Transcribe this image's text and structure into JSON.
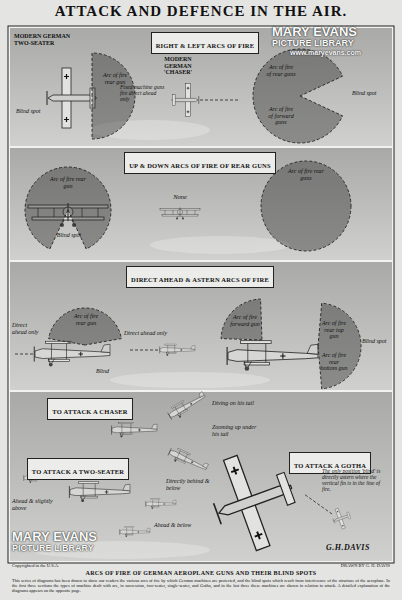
{
  "diagram": {
    "title": "ATTACK AND DEFENCE IN THE AIR.",
    "caption": "ARCS OF FIRE OF GERMAN AEROPLANE GUNS AND THEIR BLIND SPOTS",
    "nodes": [
      {
        "text": [
          "RIGHT & LEFT ARCS OF FIRE"
        ]
      },
      {
        "text": [
          "Arc of fire rear gun"
        ]
      },
      {
        "text": [
          "Arc of fire of rear guns",
          "Arc of fire of forward guns"
        ]
      },
      {
        "text": [
          "UP & DOWN ARCS OF FIRE OF REAR GUNS"
        ]
      },
      {
        "text": [
          "Arc of fire rear gun",
          "Blind spot"
        ]
      },
      {
        "text": [
          "Arc of fire rear guns"
        ]
      },
      {
        "text": [
          "DIRECT AHEAD & ASTERN ARCS OF FIRE"
        ]
      },
      {
        "text": [
          "Arc of fire rear gun"
        ]
      },
      {
        "text": [
          "Arc of fire forward gun"
        ]
      },
      {
        "text": [
          "Arc of fire rear top gun",
          "Arc of fire rear bottom gun"
        ]
      },
      {
        "text": [
          "TO ATTACK A CHASER"
        ]
      },
      {
        "text": [
          "TO ATTACK A TWO-SEATER"
        ]
      },
      {
        "text": [
          "TO ATTACK A GOTHA"
        ]
      }
    ],
    "labels": [
      "MODERN GERMAN TWO-SEATER",
      "MODERN GERMAN 'CHASER'",
      "Fixed machine guns fire direct ahead only",
      "Blind spot",
      "Blind spot",
      "None",
      "Direct ahead only",
      "Blind",
      "Direct ahead only",
      "Blind spot",
      "Diving on his tail",
      "Zooming up under his tail",
      "Ahead & slightly above",
      "Directly behind & below",
      "Ahead & below",
      "The only position 'blind' is directly astern where the vertical fin is in the line of fire.",
      "G.H.DAVIS",
      "Copyrighted in the U.S.A.",
      "DRAWN BY G. H. DAVIS",
      "This series of diagrams has been drawn to show our readers the various arcs of fire by which German machines are protected, and the blind spots which result from interference of the structure of the aeroplane. In the first three sections the types of machine dealt with are, in succession, two-seater, single-seater, and Gotha, and in the last three these machines are shown in relation to attack. A detailed explanation of the diagrams appears on the opposite page.",
      "MARY EVANS",
      "PICTURE LIBRARY",
      "www.maryevans.com",
      "MARY EVANS",
      "PICTURE LIBRARY"
    ]
  }
}
